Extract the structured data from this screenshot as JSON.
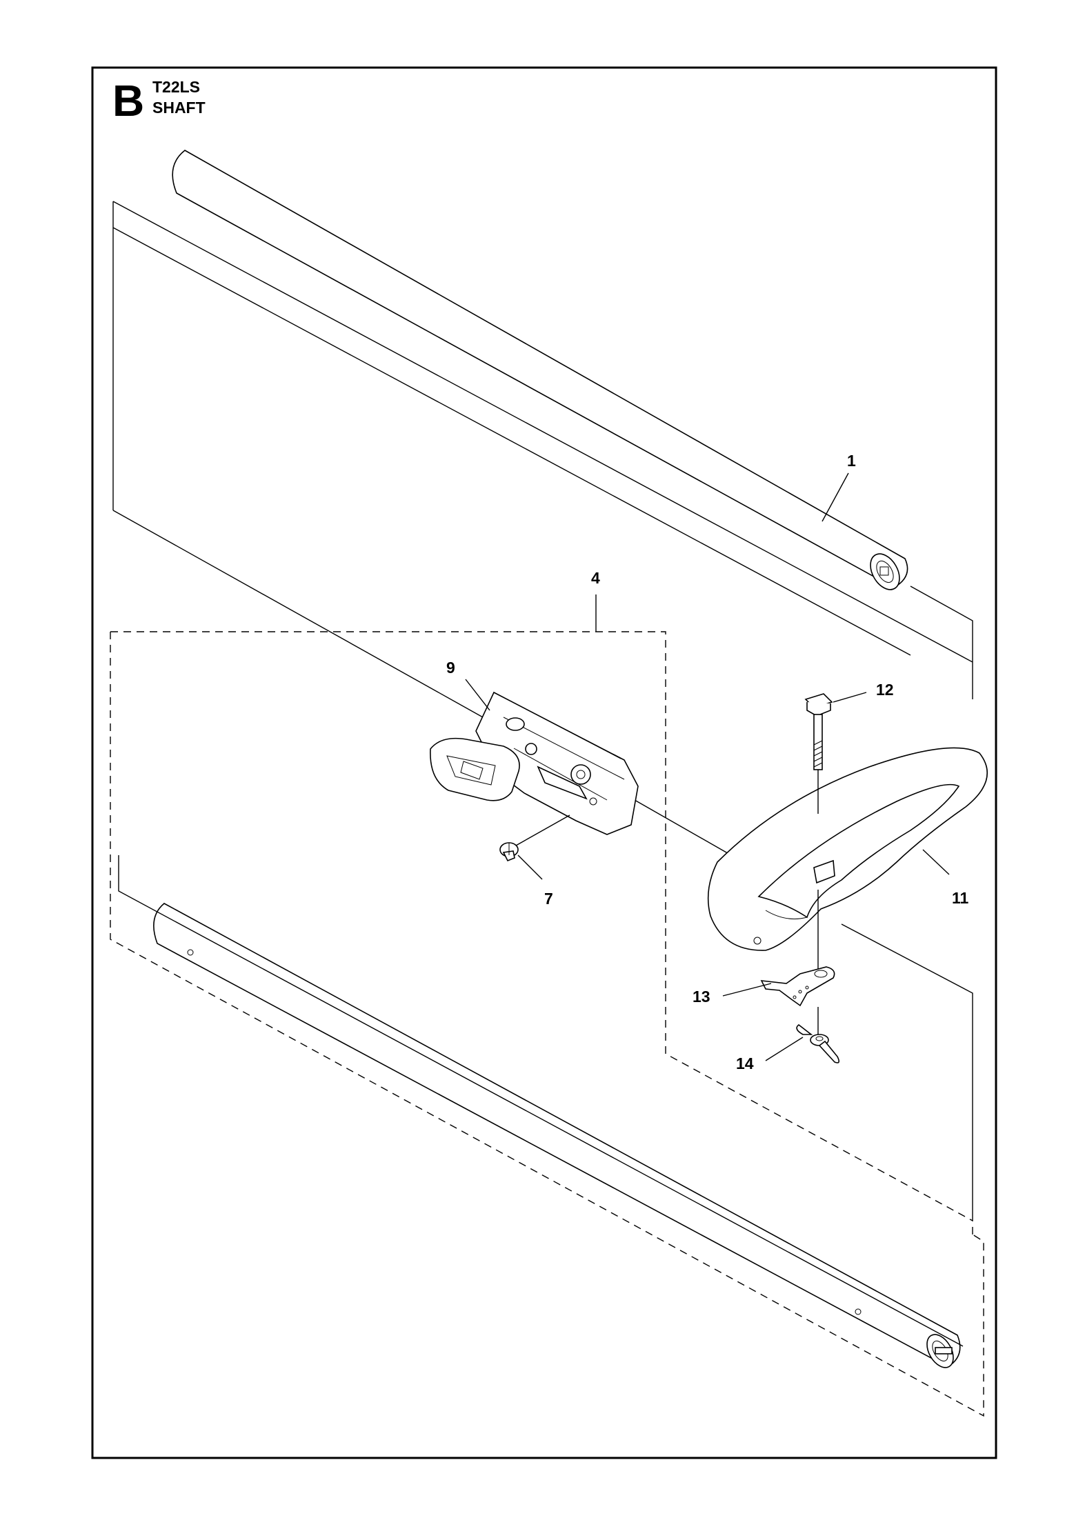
{
  "header": {
    "section_letter": "B",
    "model": "T22LS",
    "title": "SHAFT"
  },
  "callouts": [
    {
      "id": "c1",
      "label": "1"
    },
    {
      "id": "c4",
      "label": "4"
    },
    {
      "id": "c7",
      "label": "7"
    },
    {
      "id": "c9",
      "label": "9"
    },
    {
      "id": "c11",
      "label": "11"
    },
    {
      "id": "c12",
      "label": "12"
    },
    {
      "id": "c13",
      "label": "13"
    },
    {
      "id": "c14",
      "label": "14"
    }
  ]
}
